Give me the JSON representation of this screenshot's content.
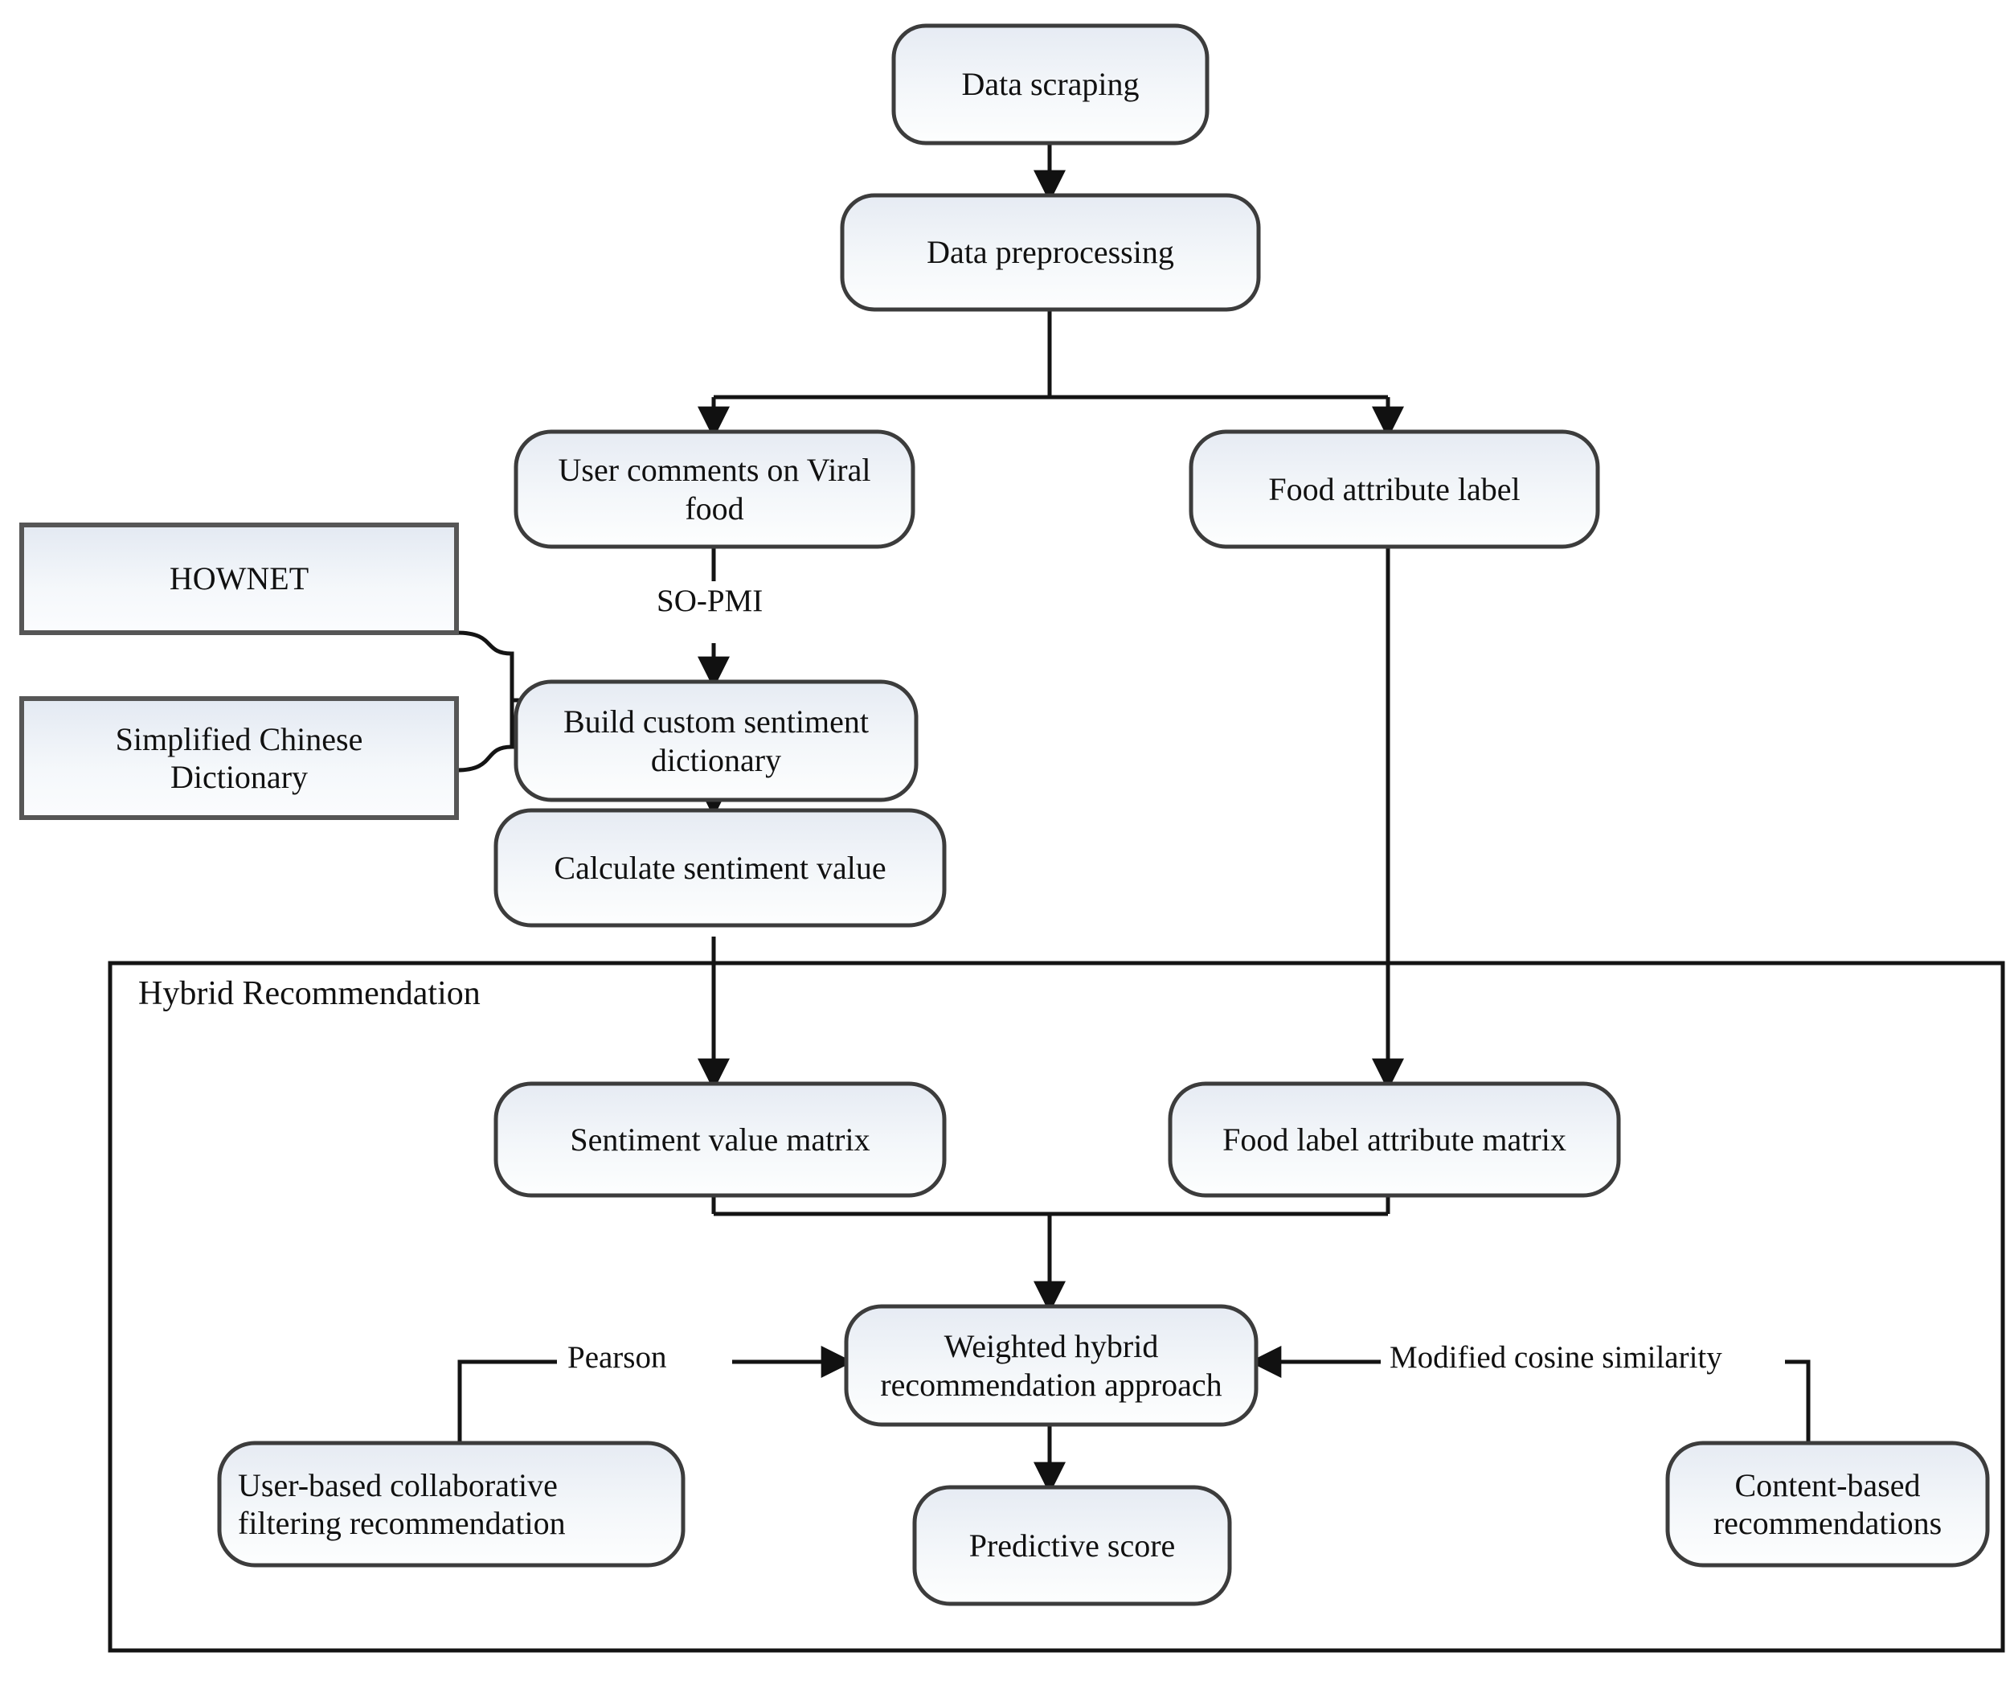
{
  "diagram": {
    "title": "Hybrid food recommendation system flowchart",
    "style": {
      "node_fill_top": "#e9edf4",
      "node_fill_bottom": "#fcfdfe",
      "node_stroke": "#3a3a3a",
      "edge_stroke": "#1a1a1a",
      "group_stroke": "#1a1a1a",
      "text_color": "#111111",
      "page_background": "#ffffff"
    },
    "group": {
      "label": "Hybrid Recommendation"
    },
    "nodes": [
      {
        "id": "data_scraping",
        "label": "Data scraping",
        "shape": "rounded"
      },
      {
        "id": "data_preprocessing",
        "label": "Data preprocessing",
        "shape": "rounded"
      },
      {
        "id": "user_comments",
        "label": "User comments on Viral\nfood",
        "shape": "rounded"
      },
      {
        "id": "food_attribute",
        "label": "Food attribute label",
        "shape": "rounded"
      },
      {
        "id": "hownet",
        "label": "HOWNET",
        "shape": "rectangle"
      },
      {
        "id": "simplified_dict",
        "label": "Simplified Chinese\nDictionary",
        "shape": "rectangle"
      },
      {
        "id": "build_dictionary",
        "label": "Build custom sentiment\ndictionary",
        "shape": "rounded"
      },
      {
        "id": "calculate_sentiment",
        "label": "Calculate sentiment value",
        "shape": "rounded"
      },
      {
        "id": "sentiment_matrix",
        "label": "Sentiment value matrix",
        "shape": "rounded"
      },
      {
        "id": "food_label_matrix",
        "label": "Food label attribute matrix",
        "shape": "rounded"
      },
      {
        "id": "weighted_hybrid",
        "label": "Weighted hybrid\nrecommendation approach",
        "shape": "rounded"
      },
      {
        "id": "user_cf",
        "label": "User-based collaborative\nfiltering recommendation",
        "shape": "rounded",
        "align": "left"
      },
      {
        "id": "content_based",
        "label": "Content-based\nrecommendations",
        "shape": "rounded"
      },
      {
        "id": "predictive_score",
        "label": "Predictive score",
        "shape": "rounded"
      }
    ],
    "edge_labels": [
      {
        "id": "so_pmi",
        "label": "SO-PMI"
      },
      {
        "id": "pearson",
        "label": "Pearson"
      },
      {
        "id": "cosine",
        "label": "Modified cosine similarity"
      }
    ],
    "edges": [
      {
        "from": "data_scraping",
        "to": "data_preprocessing",
        "label": ""
      },
      {
        "from": "data_preprocessing",
        "to": "user_comments",
        "label": ""
      },
      {
        "from": "data_preprocessing",
        "to": "food_attribute",
        "label": ""
      },
      {
        "from": "user_comments",
        "to": "build_dictionary",
        "label": "SO-PMI"
      },
      {
        "from": "hownet",
        "to": "build_dictionary",
        "label": ""
      },
      {
        "from": "simplified_dict",
        "to": "build_dictionary",
        "label": ""
      },
      {
        "from": "build_dictionary",
        "to": "calculate_sentiment",
        "label": ""
      },
      {
        "from": "calculate_sentiment",
        "to": "sentiment_matrix",
        "label": ""
      },
      {
        "from": "food_attribute",
        "to": "food_label_matrix",
        "label": ""
      },
      {
        "from": "sentiment_matrix",
        "to": "weighted_hybrid",
        "label": ""
      },
      {
        "from": "food_label_matrix",
        "to": "weighted_hybrid",
        "label": ""
      },
      {
        "from": "user_cf",
        "to": "weighted_hybrid",
        "label": "Pearson"
      },
      {
        "from": "content_based",
        "to": "weighted_hybrid",
        "label": "Modified cosine similarity"
      },
      {
        "from": "weighted_hybrid",
        "to": "predictive_score",
        "label": ""
      }
    ]
  }
}
